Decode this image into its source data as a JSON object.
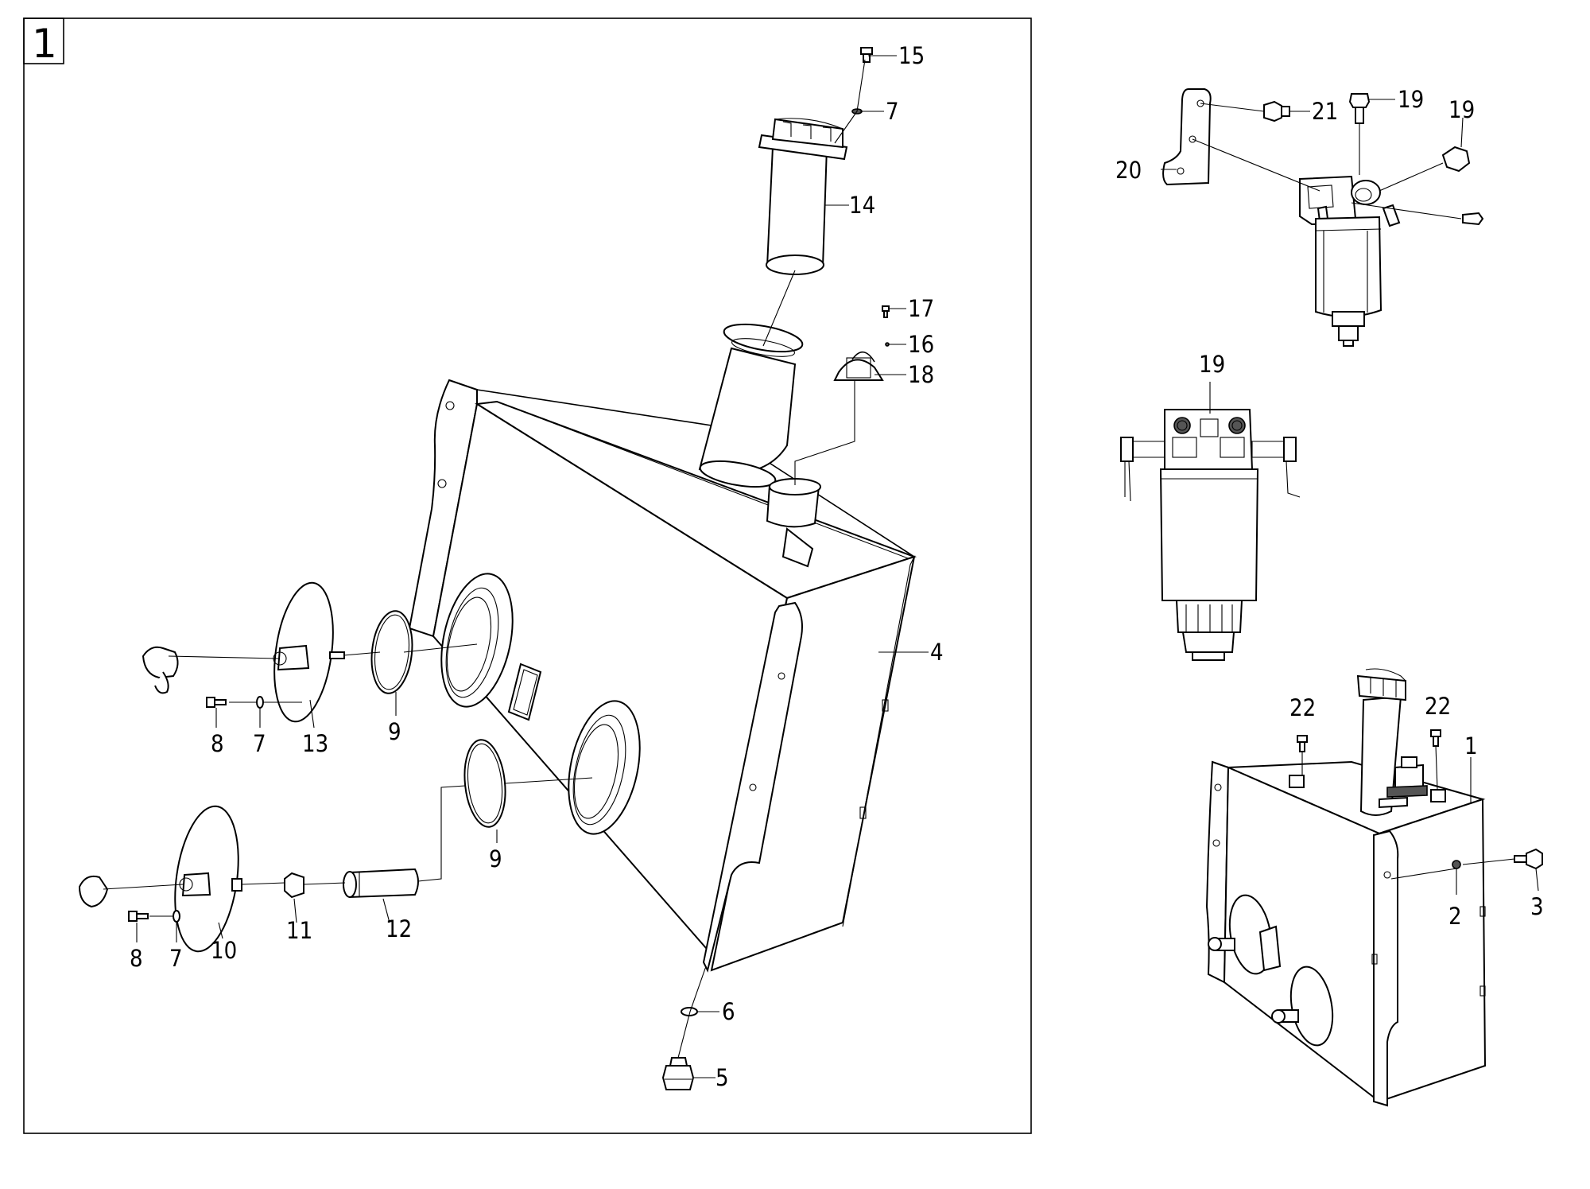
{
  "sheet_number": "1",
  "callouts": {
    "c1": "1",
    "c2": "2",
    "c3": "3",
    "c4": "4",
    "c5": "5",
    "c6": "6",
    "c7": "7",
    "c8": "8",
    "c9": "9",
    "c10": "10",
    "c11": "11",
    "c12": "12",
    "c13": "13",
    "c14": "14",
    "c15": "15",
    "c16": "16",
    "c17": "17",
    "c18": "18",
    "c19": "19",
    "c20": "20",
    "c21": "21",
    "c22": "22"
  },
  "colors": {
    "line": "#000000",
    "background": "#ffffff"
  }
}
